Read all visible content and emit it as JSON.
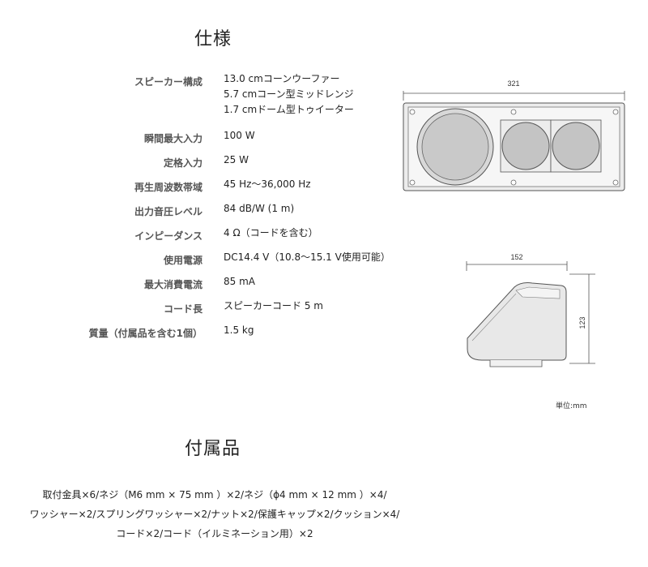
{
  "spec_title": "仕様",
  "specs": [
    {
      "label": "スピーカー構成",
      "values": [
        "13.0 cmコーンウーファー",
        "5.7 cmコーン型ミッドレンジ",
        "1.7 cmドーム型トゥイーター"
      ]
    },
    {
      "label": "瞬間最大入力",
      "values": [
        "100 W"
      ]
    },
    {
      "label": "定格入力",
      "values": [
        "25 W"
      ]
    },
    {
      "label": "再生周波数帯域",
      "values": [
        "45 Hz〜36,000 Hz"
      ]
    },
    {
      "label": "出力音圧レベル",
      "values": [
        "84 dB/W (1 m)"
      ]
    },
    {
      "label": "インピーダンス",
      "values": [
        "4 Ω（コードを含む）"
      ]
    },
    {
      "label": "使用電源",
      "values": [
        "DC14.4 V（10.8〜15.1 V使用可能）"
      ]
    },
    {
      "label": "最大消費電流",
      "values": [
        "85 mA"
      ]
    },
    {
      "label": "コード長",
      "values": [
        "スピーカーコード 5 m"
      ]
    },
    {
      "label": "質量（付属品を含む1個）",
      "values": [
        "1.5 kg"
      ]
    }
  ],
  "diagram": {
    "width_label": "321",
    "depth_label": "152",
    "height_label": "123",
    "unit_note": "単位:mm"
  },
  "accessories_title": "付属品",
  "accessories_lines": [
    "取付金具×6/ネジ（M6 mm × 75 mm ）×2/ネジ（ϕ4 mm × 12 mm ）×4/",
    "ワッシャー×2/スプリングワッシャー×2/ナット×2/保護キャップ×2/クッション×4/",
    "コード×2/コード（イルミネーション用）×2"
  ]
}
